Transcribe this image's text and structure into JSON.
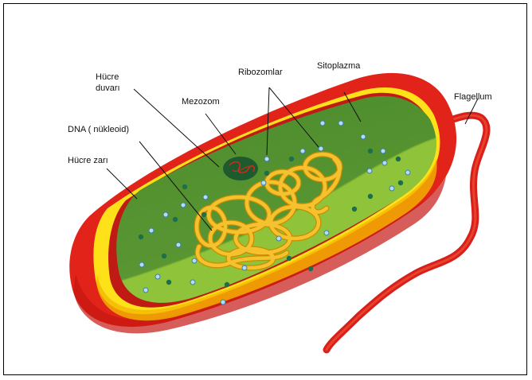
{
  "diagram": {
    "labels": {
      "cell_wall_line1": "Hücre",
      "cell_wall_line2": "duvarı",
      "mesosome": "Mezozom",
      "ribosomes": "Ribozomlar",
      "cytoplasm": "Sitoplazma",
      "flagellum": "Flagellum",
      "dna": "DNA ( nükleoid)",
      "cell_membrane": "Hücre zarı"
    },
    "colors": {
      "outer_wall": "#e2231a",
      "membrane": "#ffe11a",
      "membrane_shadow": "#f2b800",
      "cytoplasm_dark": "#4f8a2e",
      "cytoplasm_light": "#8fc43a",
      "dna": "#f5c12e",
      "dna_outline": "#c98c00",
      "ribosome_light": "#b9dcf2",
      "ribosome_dark": "#1f6e4a",
      "mesosome": "#1f5a2e"
    }
  }
}
